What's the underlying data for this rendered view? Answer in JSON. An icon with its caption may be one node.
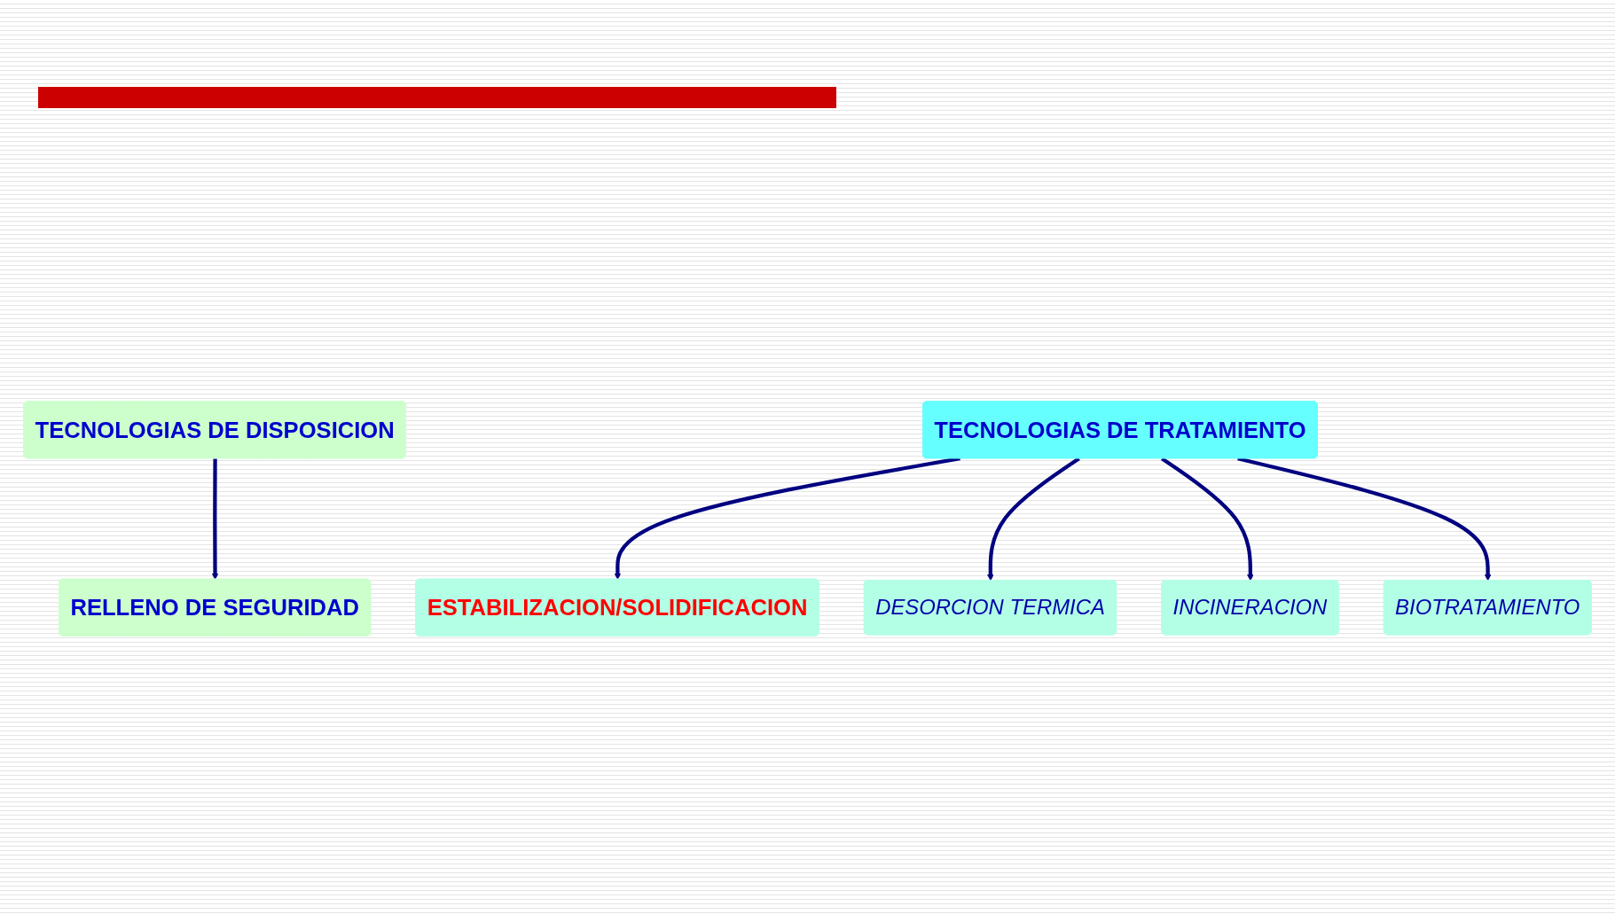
{
  "diagram": {
    "nodes": [
      {
        "text": [],
        "shape": "bar"
      },
      {
        "text": [
          "TECNOLOGIAS DE DISPOSICION"
        ]
      },
      {
        "text": [
          "RELLENO DE SEGURIDAD"
        ]
      },
      {
        "text": [
          "TECNOLOGIAS DE TRATAMIENTO"
        ]
      },
      {
        "text": [
          "ESTABILIZACION/SOLIDIFICACION"
        ]
      },
      {
        "text": [
          "DESORCION TERMICA"
        ]
      },
      {
        "text": [
          "INCINERACION"
        ]
      },
      {
        "text": [
          "BIOTRATAMIENTO"
        ]
      }
    ],
    "edges": [
      {
        "from": 1,
        "to": 2,
        "arrow": "to"
      },
      {
        "from": 3,
        "to": 4,
        "arrow": "to"
      },
      {
        "from": 3,
        "to": 5,
        "arrow": "to"
      },
      {
        "from": 3,
        "to": 6,
        "arrow": "to"
      },
      {
        "from": 3,
        "to": 7,
        "arrow": "to"
      }
    ]
  }
}
